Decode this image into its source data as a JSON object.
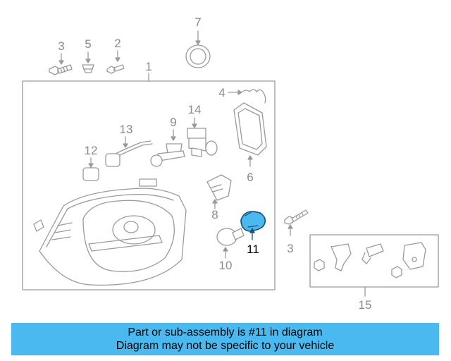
{
  "diagram": {
    "callouts": [
      {
        "id": "c1",
        "label": "1"
      },
      {
        "id": "c2",
        "label": "2"
      },
      {
        "id": "c3a",
        "label": "3"
      },
      {
        "id": "c3b",
        "label": "3"
      },
      {
        "id": "c4",
        "label": "4"
      },
      {
        "id": "c5",
        "label": "5"
      },
      {
        "id": "c6",
        "label": "6"
      },
      {
        "id": "c7",
        "label": "7"
      },
      {
        "id": "c8",
        "label": "8"
      },
      {
        "id": "c9",
        "label": "9"
      },
      {
        "id": "c10",
        "label": "10"
      },
      {
        "id": "c11",
        "label": "11"
      },
      {
        "id": "c12",
        "label": "12"
      },
      {
        "id": "c13",
        "label": "13"
      },
      {
        "id": "c14",
        "label": "14"
      },
      {
        "id": "c15",
        "label": "15"
      }
    ],
    "highlight_part": "11",
    "colors": {
      "line": "#9a9a9a",
      "highlight_fill": "#4ab9ef",
      "highlight_stroke": "#1a4e7a",
      "banner": "#4ab9ef"
    }
  },
  "banner": {
    "line1": "Part or sub-assembly is #11 in diagram",
    "line2": "Diagram may not be specific to your vehicle"
  }
}
